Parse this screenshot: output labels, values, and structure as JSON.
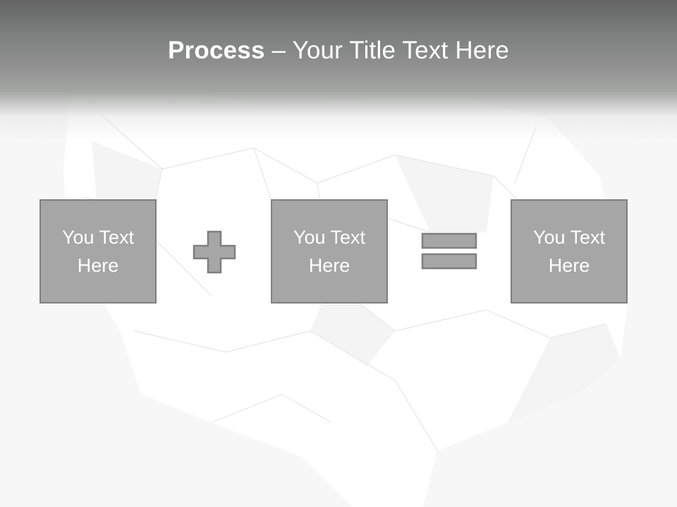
{
  "slide": {
    "title_bold": "Process",
    "title_rest": " – Your Title Text Here"
  },
  "process": {
    "box1": {
      "label": "You Text\nHere"
    },
    "operator1": {
      "icon": "plus-icon"
    },
    "box2": {
      "label": "You Text\nHere"
    },
    "operator2": {
      "icon": "equals-icon"
    },
    "box3": {
      "label": "You Text\nHere"
    }
  },
  "colors": {
    "box_fill": "#a6a6a6",
    "box_border": "#7f7f7f",
    "title_band": "#646464",
    "text": "#ffffff"
  }
}
